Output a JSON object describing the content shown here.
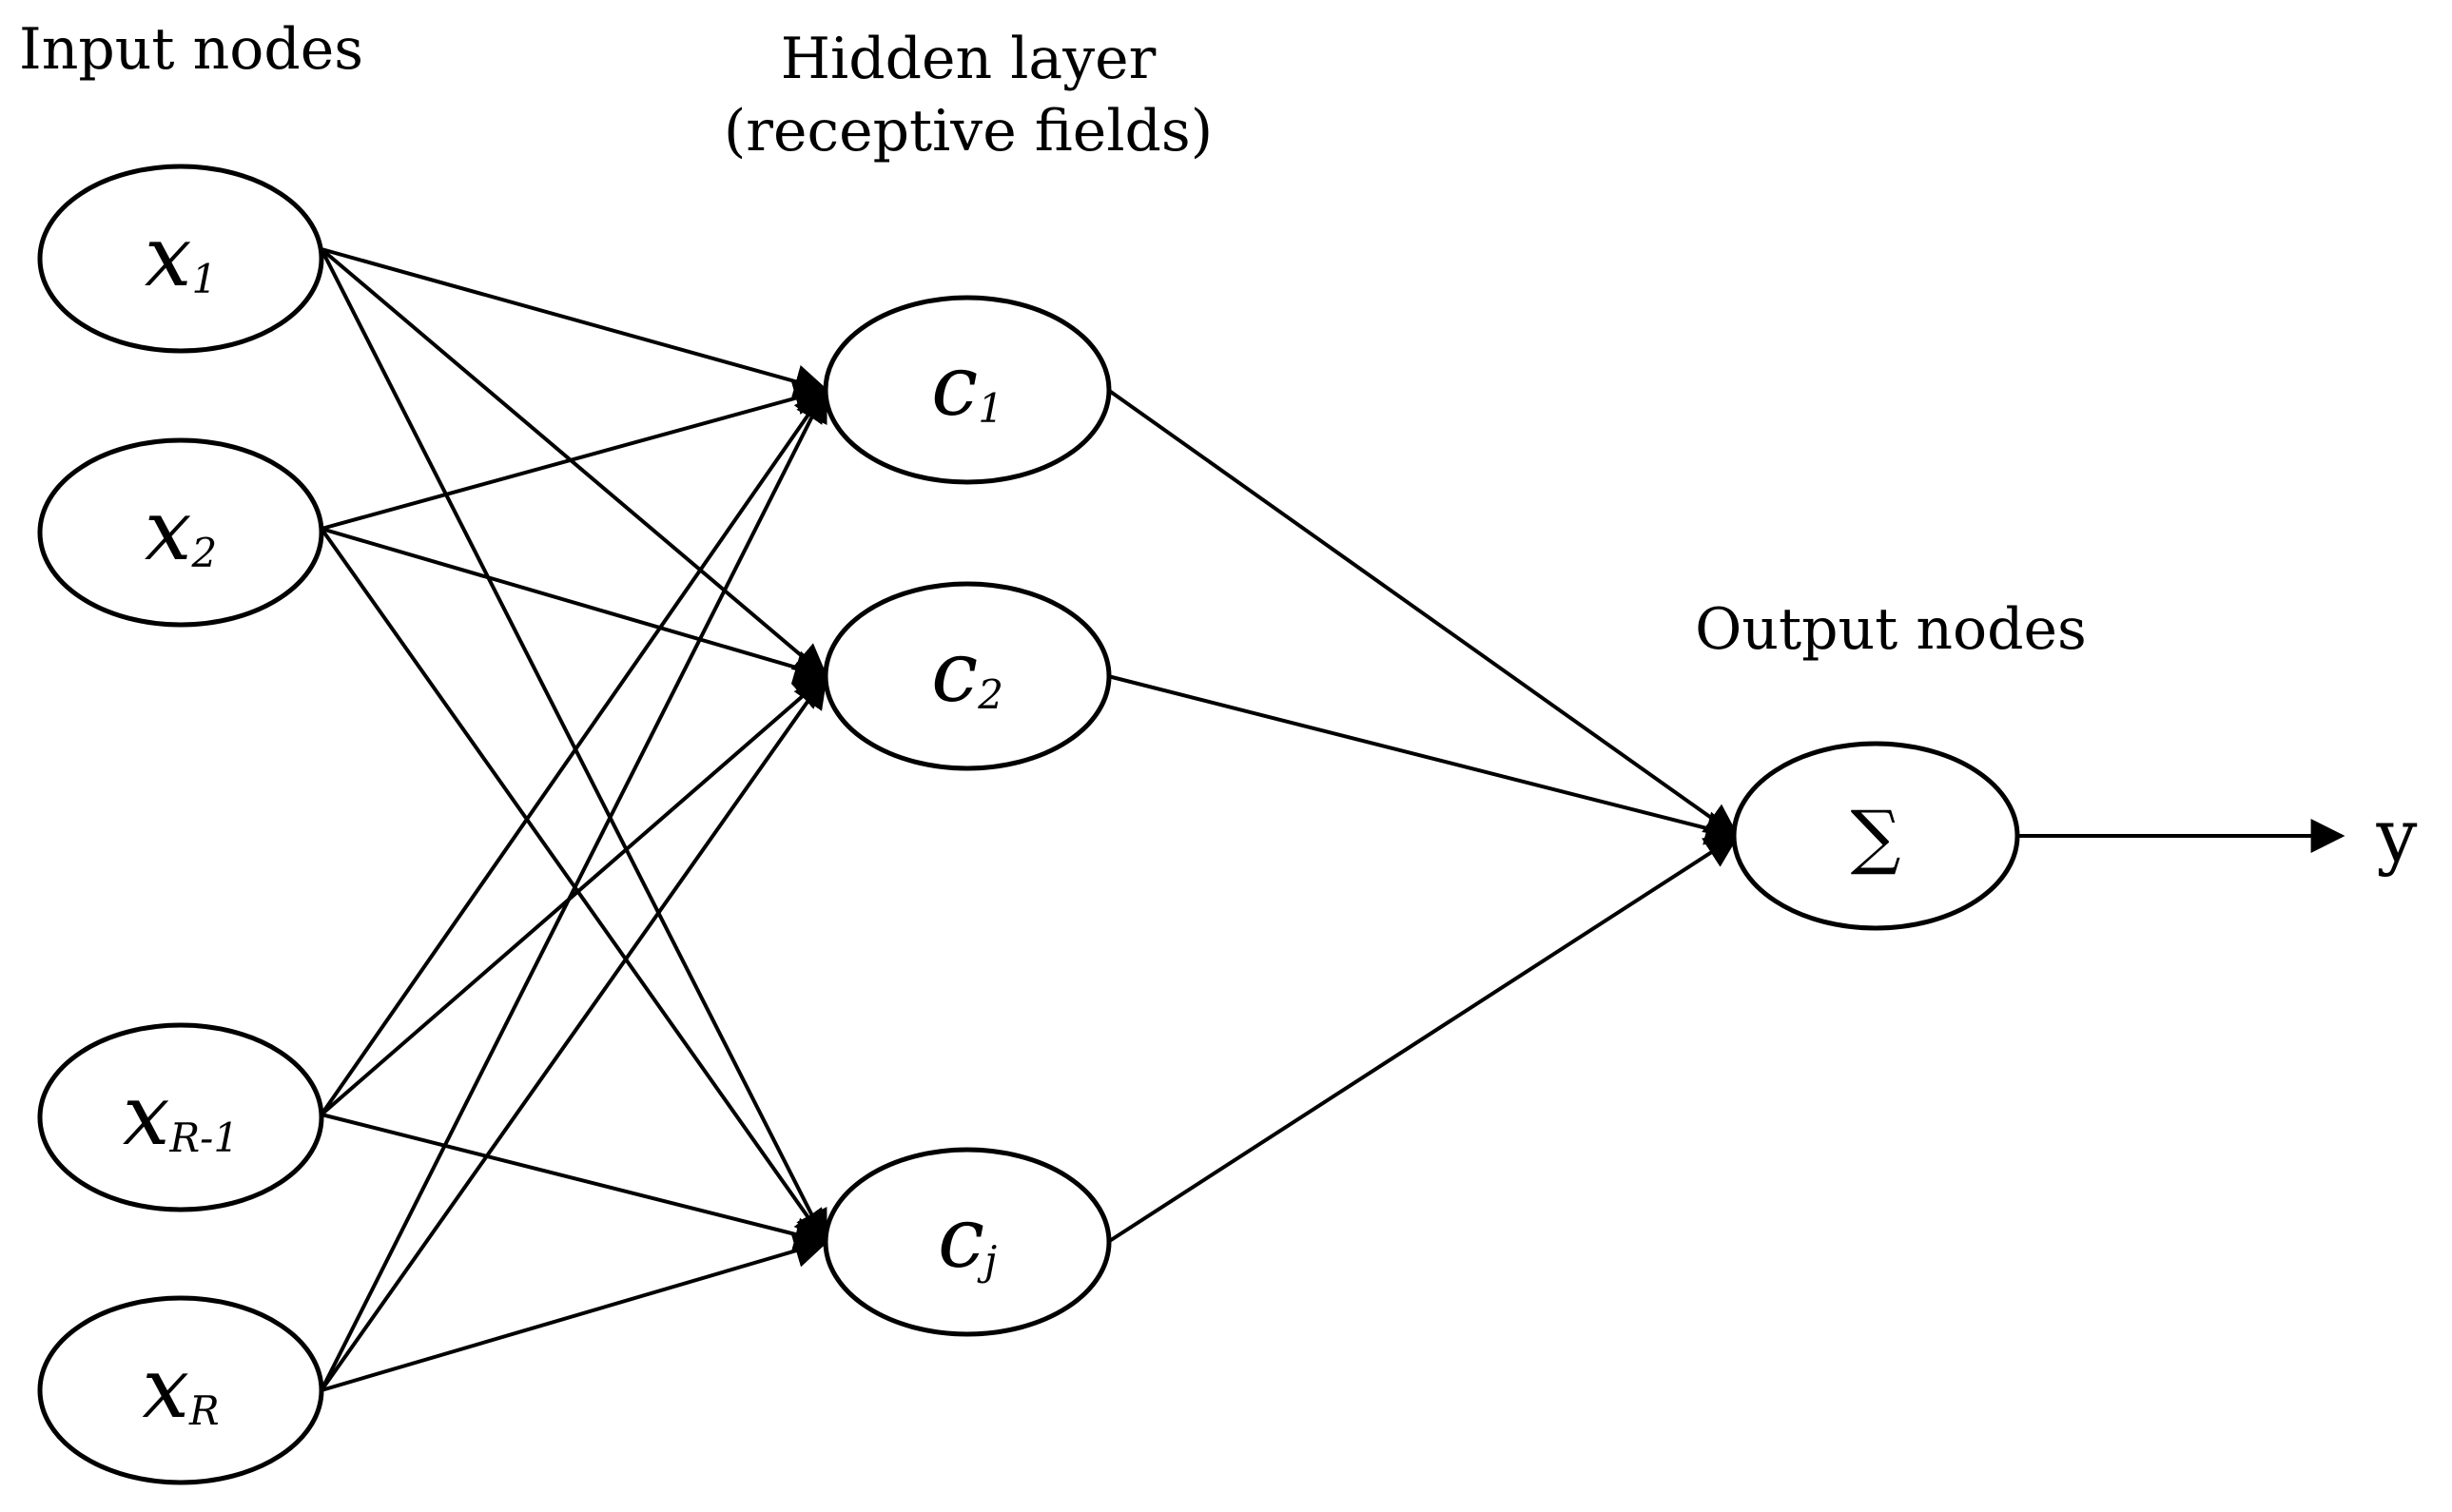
{
  "labels": {
    "input_nodes": "Input nodes",
    "hidden_layer_line1": "Hidden layer",
    "hidden_layer_line2": "(receptive fields)",
    "output_nodes": "Output nodes"
  },
  "input_nodes": [
    {
      "id": "x1",
      "symbol": "x",
      "subscript": "1"
    },
    {
      "id": "x2",
      "symbol": "x",
      "subscript": "2"
    },
    {
      "id": "xR-1",
      "symbol": "x",
      "subscript": "R-1"
    },
    {
      "id": "xR",
      "symbol": "x",
      "subscript": "R"
    }
  ],
  "hidden_nodes": [
    {
      "id": "c1",
      "symbol": "c",
      "subscript": "1"
    },
    {
      "id": "c2",
      "symbol": "c",
      "subscript": "2"
    },
    {
      "id": "cj",
      "symbol": "c",
      "subscript": "j"
    }
  ],
  "output_node": {
    "id": "sum",
    "symbol": "∑"
  },
  "output_label": "y",
  "edges": [
    {
      "from": "x1",
      "to": "c1"
    },
    {
      "from": "x1",
      "to": "c2"
    },
    {
      "from": "x1",
      "to": "cj"
    },
    {
      "from": "x2",
      "to": "c1"
    },
    {
      "from": "x2",
      "to": "c2"
    },
    {
      "from": "x2",
      "to": "cj"
    },
    {
      "from": "xR-1",
      "to": "c1"
    },
    {
      "from": "xR-1",
      "to": "c2"
    },
    {
      "from": "xR-1",
      "to": "cj"
    },
    {
      "from": "xR",
      "to": "c1"
    },
    {
      "from": "xR",
      "to": "c2"
    },
    {
      "from": "xR",
      "to": "cj"
    },
    {
      "from": "c1",
      "to": "sum"
    },
    {
      "from": "c2",
      "to": "sum"
    },
    {
      "from": "cj",
      "to": "sum"
    },
    {
      "from": "sum",
      "to": "y"
    }
  ]
}
